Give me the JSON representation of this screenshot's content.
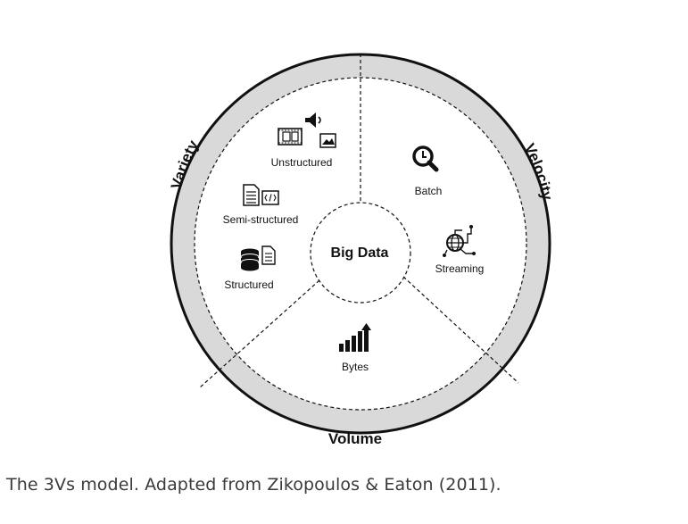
{
  "diagram": {
    "outer_ring": {
      "variety": "Variety",
      "velocity": "Velocity",
      "volume": "Volume"
    },
    "center": "Big Data",
    "variety_items": [
      {
        "label": "Unstructured",
        "icon": "multimedia-icon"
      },
      {
        "label": "Semi-structured",
        "icon": "document-code-icon"
      },
      {
        "label": "Structured",
        "icon": "database-icon"
      }
    ],
    "velocity_items": [
      {
        "label": "Batch",
        "icon": "search-clock-icon"
      },
      {
        "label": "Streaming",
        "icon": "globe-network-icon"
      }
    ],
    "volume_items": [
      {
        "label": "Bytes",
        "icon": "bar-chart-up-icon"
      }
    ],
    "colors": {
      "ring_fill": "#d9d9d9",
      "line": "#111111",
      "background": "#ffffff"
    }
  },
  "caption": "The 3Vs model. Adapted from Zikopoulos & Eaton (2011)."
}
